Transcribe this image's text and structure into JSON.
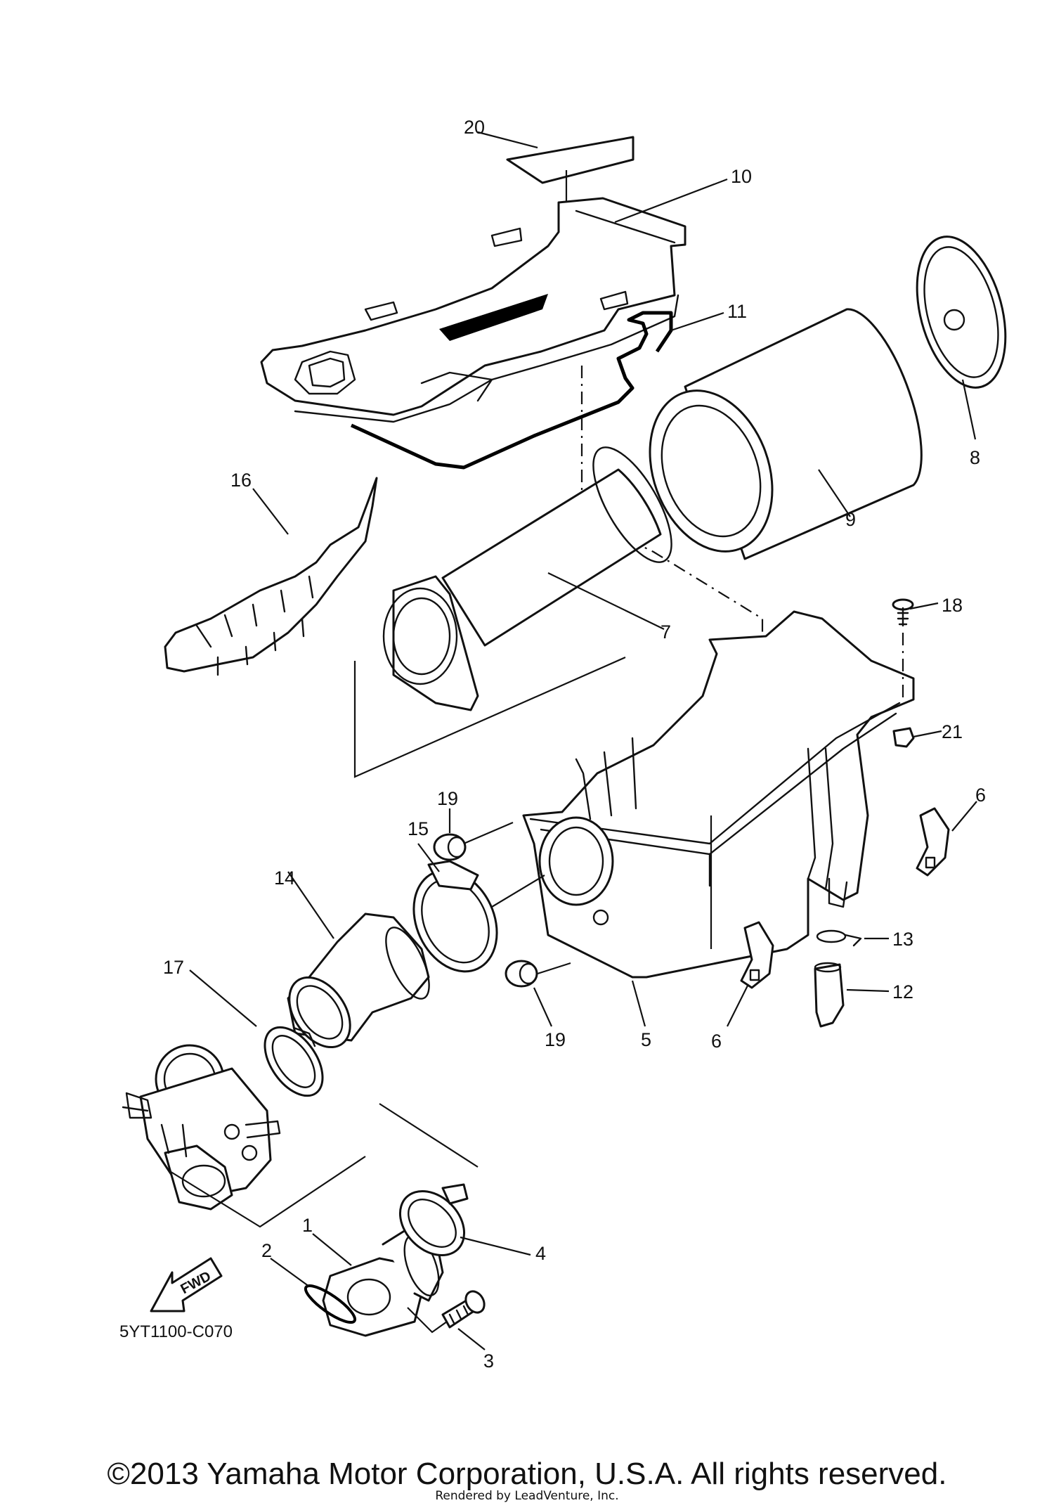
{
  "diagram": {
    "callouts": {
      "c1": "1",
      "c2": "2",
      "c3": "3",
      "c4": "4",
      "c5": "5",
      "c6a": "6",
      "c6b": "6",
      "c7": "7",
      "c8": "8",
      "c9": "9",
      "c10": "10",
      "c11": "11",
      "c12": "12",
      "c13": "13",
      "c14": "14",
      "c15": "15",
      "c16": "16",
      "c17": "17",
      "c18": "18",
      "c19a": "19",
      "c19b": "19",
      "c20": "20",
      "c21": "21"
    },
    "fwd_label": "FWD",
    "figure_code": "5YT1100-C070"
  },
  "footer": {
    "copyright": "©2013 Yamaha Motor Corporation, U.S.A. All rights reserved.",
    "rendered_by": "Rendered by LeadVenture, Inc."
  }
}
